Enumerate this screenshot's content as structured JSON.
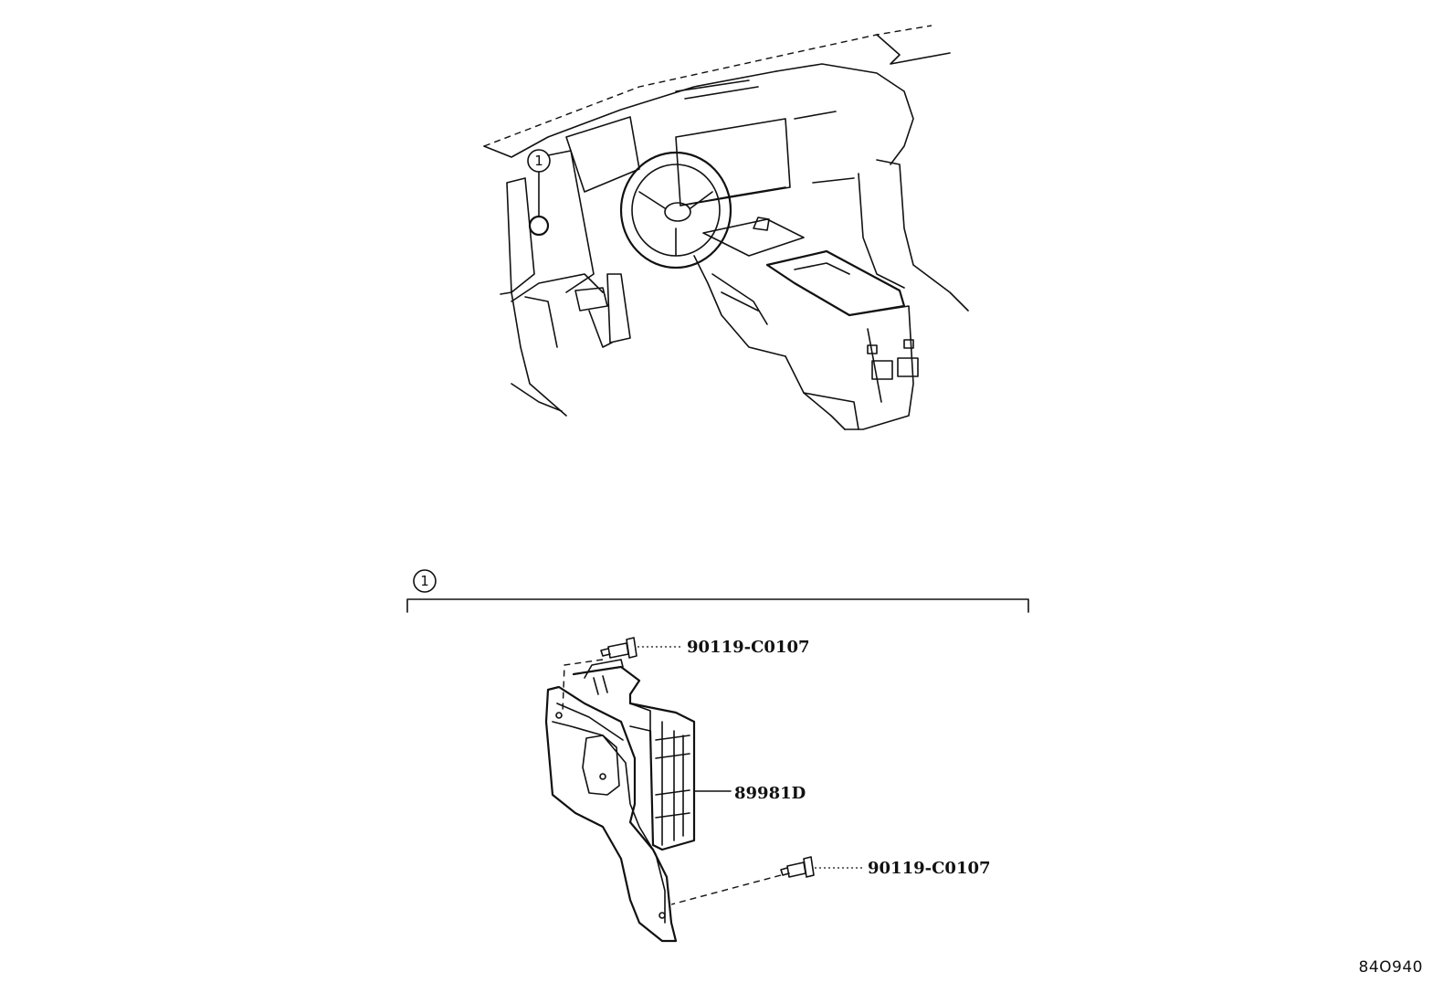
{
  "callouts": {
    "top_marker": "1",
    "section_marker": "1"
  },
  "parts": {
    "bolt_upper": "90119-C0107",
    "module": "89981D",
    "bolt_lower": "90119-C0107"
  },
  "drawing_id": "84O940"
}
